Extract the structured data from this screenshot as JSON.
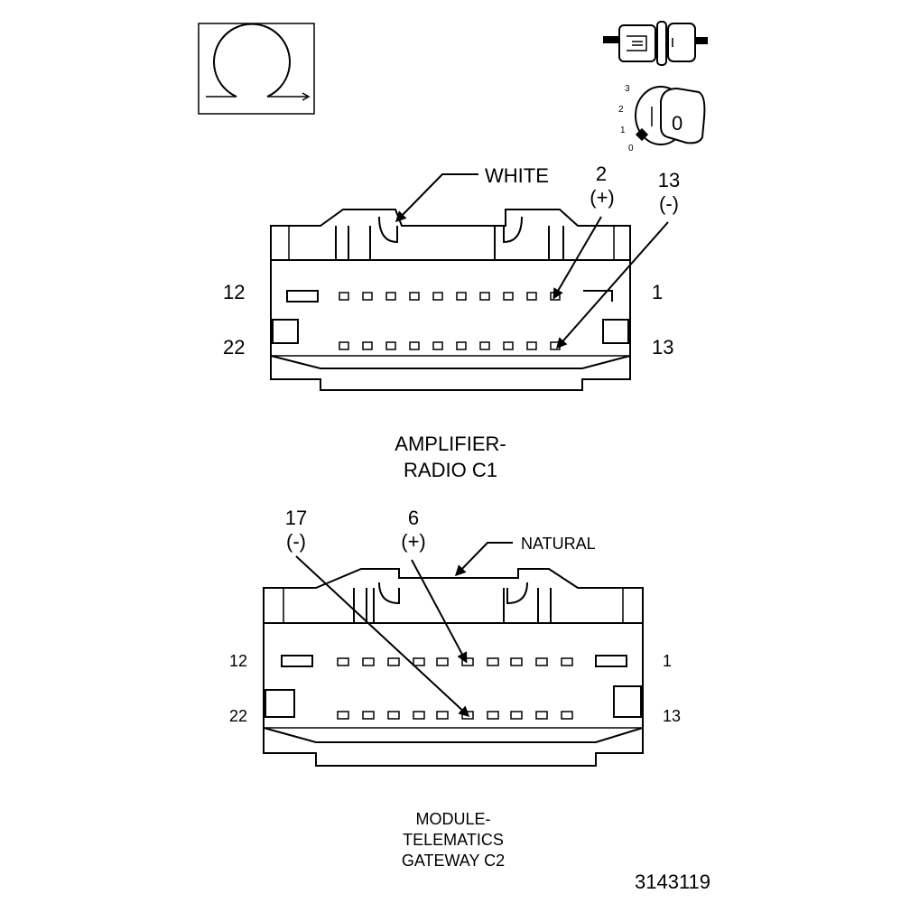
{
  "symbols": {
    "ohm_icon": "ohmmeter-symbol",
    "disconnect_icon": "connector-disconnect-symbol",
    "ignition_icon": "ignition-key-off-symbol",
    "ignition_positions": [
      "3",
      "2",
      "1",
      "0"
    ],
    "key_label": "0"
  },
  "connector_1": {
    "color_label": "WHITE",
    "probe_plus_pin": "2",
    "probe_plus_sign": "(+)",
    "probe_minus_pin": "13",
    "probe_minus_sign": "(-)",
    "row1_left": "12",
    "row1_right": "1",
    "row2_left": "22",
    "row2_right": "13",
    "caption_line1": "AMPLIFIER-",
    "caption_line2": "RADIO C1"
  },
  "connector_2": {
    "color_label": "NATURAL",
    "probe_minus_pin": "17",
    "probe_minus_sign": "(-)",
    "probe_plus_pin": "6",
    "probe_plus_sign": "(+)",
    "row1_left": "12",
    "row1_right": "1",
    "row2_left": "22",
    "row2_right": "13",
    "caption_line1": "MODULE-",
    "caption_line2": "TELEMATICS",
    "caption_line3": "GATEWAY C2"
  },
  "figure_number": "3143119"
}
